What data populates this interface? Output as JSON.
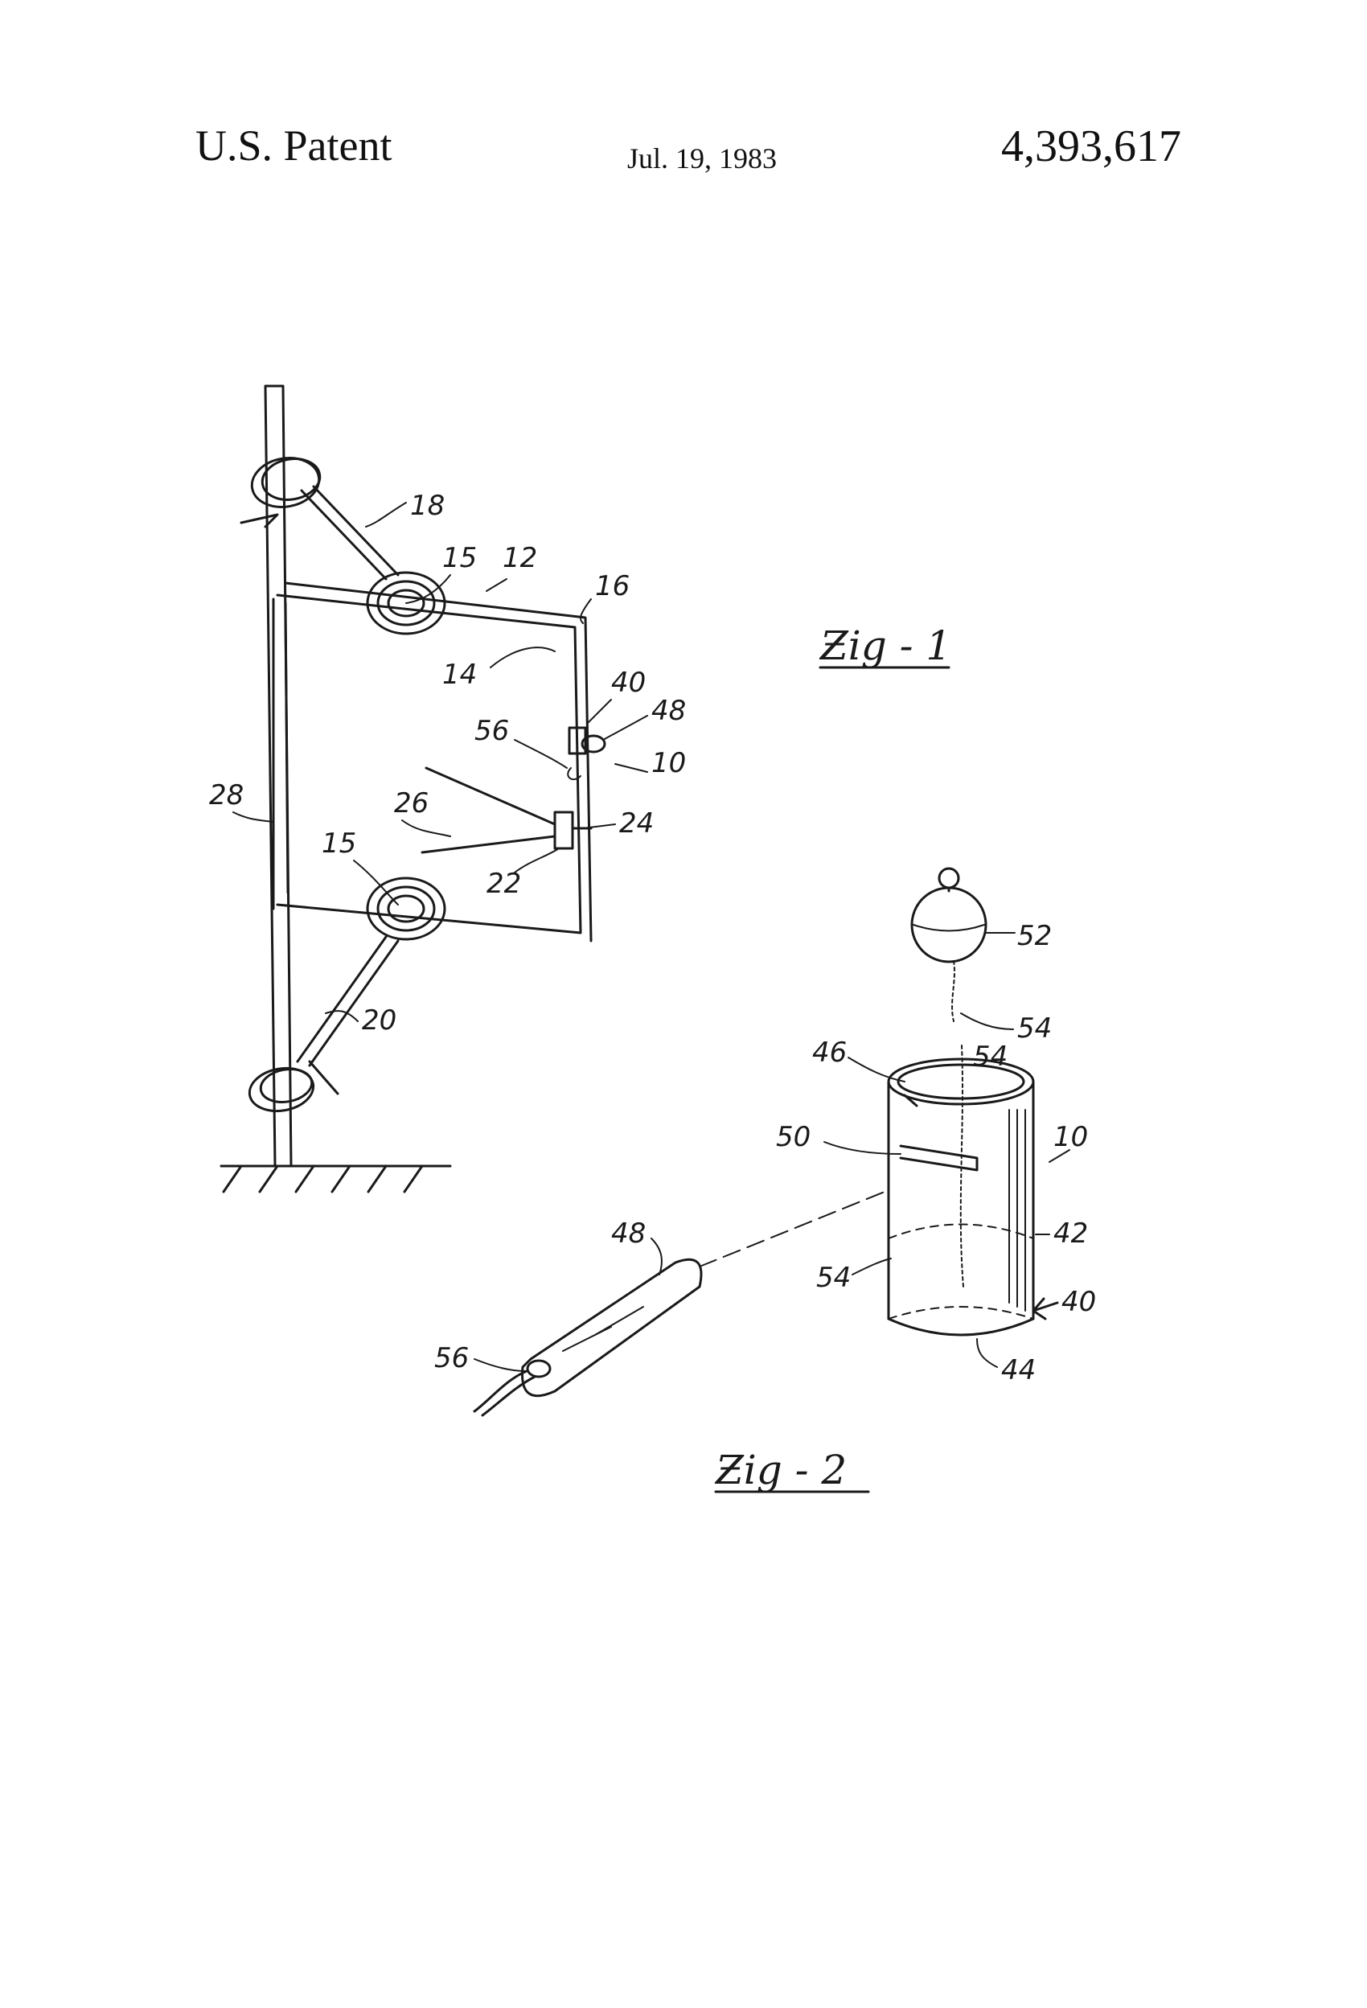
{
  "header": {
    "left": "U.S. Patent",
    "date": "Jul. 19, 1983",
    "patent_number": "4,393,617"
  },
  "figures": {
    "fig1": {
      "label": "Ƶig - 1",
      "callouts": [
        "18",
        "15",
        "12",
        "16",
        "14",
        "40",
        "56",
        "48",
        "10",
        "26",
        "24",
        "28",
        "15",
        "22",
        "20"
      ]
    },
    "fig2": {
      "label": "Ƶig - 2",
      "callouts": [
        "52",
        "54",
        "46",
        "54",
        "50",
        "10",
        "48",
        "42",
        "54",
        "40",
        "56",
        "44"
      ]
    }
  }
}
